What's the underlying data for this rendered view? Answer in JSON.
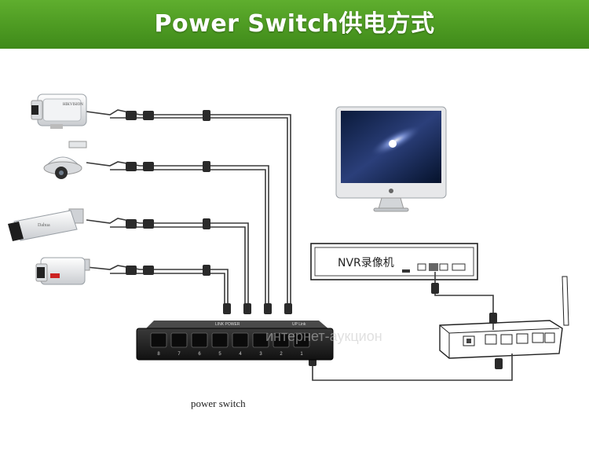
{
  "header": {
    "title": "Power Switch供电方式"
  },
  "diagram": {
    "nvr_label": "NVR录像机",
    "switch_caption": "power switch",
    "switch_top_label": "LINK POWER",
    "switch_up_label": "UP Link",
    "port_numbers": [
      "8",
      "7",
      "6",
      "5",
      "4",
      "3",
      "2",
      "1"
    ],
    "camera_brand_1": "HIKVISION",
    "camera_brand_3": "Dahua",
    "watermark_text": "интернет-аукцион",
    "colors": {
      "banner": "#4d9a22",
      "cable": "#3a3a3a",
      "switch_body": "#1e1e1e"
    }
  }
}
